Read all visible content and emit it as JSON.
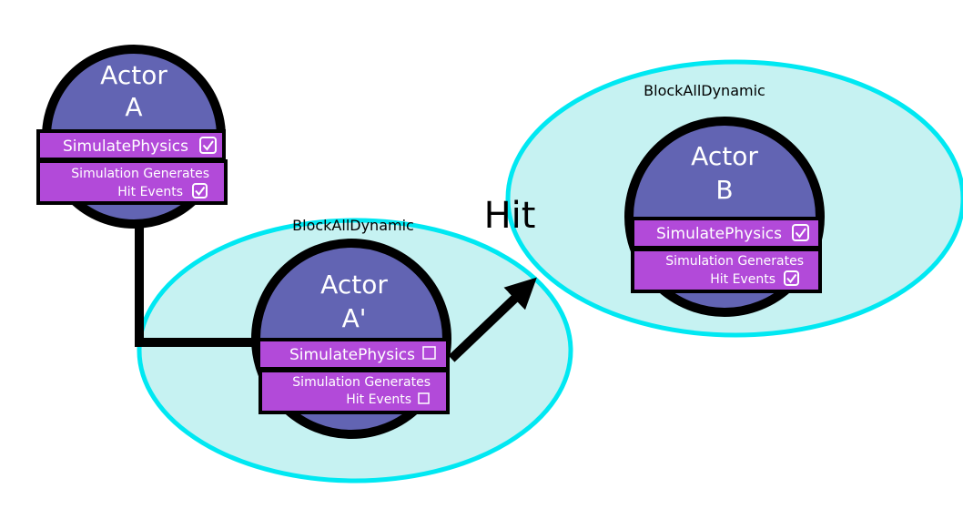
{
  "colors": {
    "actor_fill": "#6264b3",
    "actor_stroke": "#000000",
    "flag_fill": "#b24ad9",
    "zone_fill": "#c6f2f2",
    "zone_stroke": "#00e8f2",
    "arrow": "#000000",
    "text_light": "#ffffff",
    "text_dark": "#000000"
  },
  "collision_zones": {
    "a_prime": {
      "label": "BlockAllDynamic"
    },
    "b": {
      "label": "BlockAllDynamic"
    }
  },
  "hit_label": "Hit",
  "actors": {
    "a": {
      "line1": "Actor",
      "line2": "A",
      "simulate_physics": {
        "label": "SimulatePhysics",
        "checked": true
      },
      "hit_events": {
        "line1": "Simulation Generates",
        "line2": "Hit Events",
        "checked": true
      }
    },
    "a_prime": {
      "line1": "Actor",
      "line2": "A'",
      "simulate_physics": {
        "label": "SimulatePhysics",
        "checked": false
      },
      "hit_events": {
        "line1": "Simulation Generates",
        "line2": "Hit Events",
        "checked": false
      }
    },
    "b": {
      "line1": "Actor",
      "line2": "B",
      "simulate_physics": {
        "label": "SimulatePhysics",
        "checked": true
      },
      "hit_events": {
        "line1": "Simulation Generates",
        "line2": "Hit Events",
        "checked": true
      }
    }
  }
}
